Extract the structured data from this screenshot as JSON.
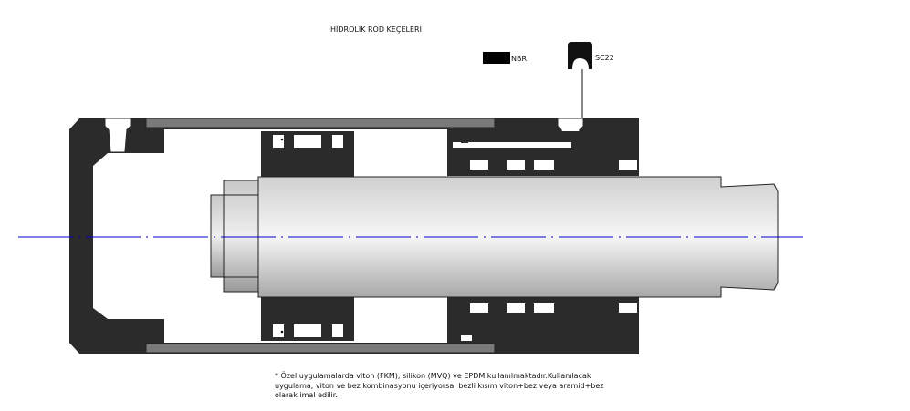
{
  "title": "HİDROLİK ROD KEÇELERİ",
  "legend": {
    "nbr_label": "NBR",
    "sc22_label": "SC22"
  },
  "colors": {
    "seal": "#2b2b2b",
    "tube": "#7a7a7a",
    "rod_light": "#f4f4f4",
    "rod_dark": "#9e9e9e",
    "axis": "#0000cc"
  },
  "note": {
    "line1": "* Özel uygulamalarda viton (FKM), silikon (MVQ) ve EPDM kullanılmaktadır.Kullanılacak",
    "line2": "uygulama, viton ve bez kombinasyonu içeriyorsa, bezli kısım viton+bez veya aramid+bez",
    "line3": "olarak imal edilir."
  }
}
